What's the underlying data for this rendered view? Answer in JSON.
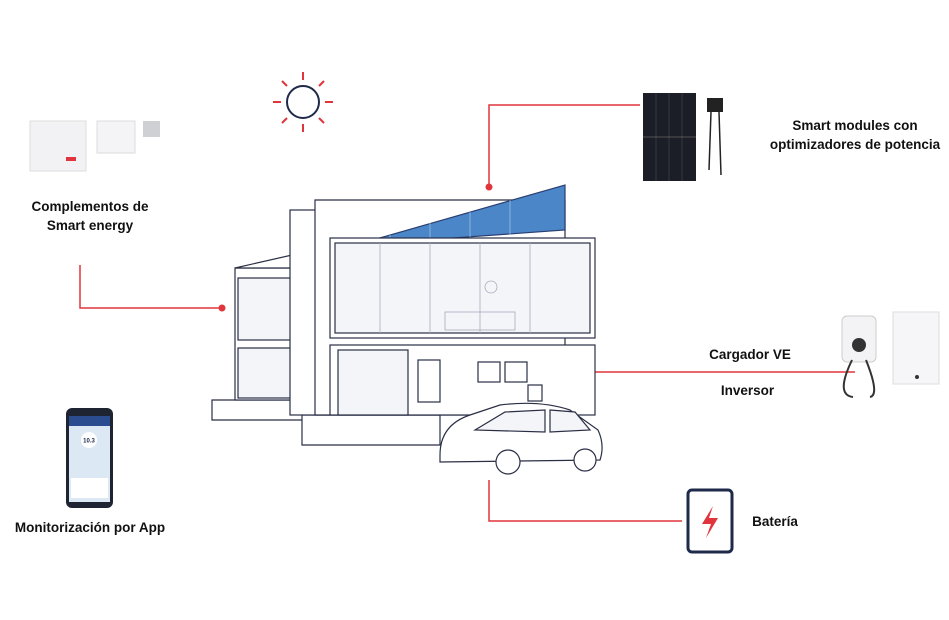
{
  "labels": {
    "complementos": [
      "Complementos de",
      "Smart energy"
    ],
    "modules": [
      "Smart modules con",
      "optimizadores de potencia"
    ],
    "cargador": "Cargador VE",
    "inversor": "Inversor",
    "bateria": "Batería",
    "app": "Monitorización por App"
  },
  "phone": {
    "reading": "10.3"
  },
  "colors": {
    "accent": "#e0353c",
    "navy": "#1f2a4a",
    "panel": "#4a86c8"
  }
}
